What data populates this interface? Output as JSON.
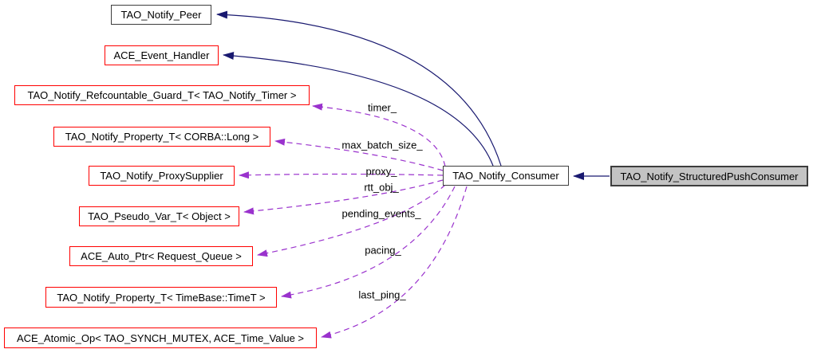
{
  "diagram": {
    "type": "collaboration-graph",
    "colors": {
      "inheritance_edge": "#191970",
      "usage_edge": "#9a32cd",
      "documented_border": "#ff0000",
      "plain_border": "#3d3d3d",
      "current_node_fill": "#c3c3c3",
      "node_fill": "#ffffff"
    },
    "nodes": {
      "peer": {
        "label": "TAO_Notify_Peer"
      },
      "event_handler": {
        "label": "ACE_Event_Handler"
      },
      "refcountable_guard": {
        "label": "TAO_Notify_Refcountable_Guard_T< TAO_Notify_Timer >"
      },
      "property_long": {
        "label": "TAO_Notify_Property_T< CORBA::Long >"
      },
      "proxy_supplier": {
        "label": "TAO_Notify_ProxySupplier"
      },
      "pseudo_var": {
        "label": "TAO_Pseudo_Var_T< Object >"
      },
      "auto_ptr": {
        "label": "ACE_Auto_Ptr< Request_Queue >"
      },
      "property_timet": {
        "label": "TAO_Notify_Property_T< TimeBase::TimeT >"
      },
      "atomic_op": {
        "label": "ACE_Atomic_Op< TAO_SYNCH_MUTEX, ACE_Time_Value >"
      },
      "consumer": {
        "label": "TAO_Notify_Consumer"
      },
      "structured_push_consumer": {
        "label": "TAO_Notify_StructuredPushConsumer"
      }
    },
    "edge_labels": {
      "timer": "timer_",
      "max_batch_size": "max_batch_size_",
      "proxy": "proxy_",
      "rtt_obj": "rtt_obj_",
      "pending_events": "pending_events_",
      "pacing": "pacing_",
      "last_ping": "last_ping_"
    },
    "edges": [
      {
        "from": "consumer",
        "to": "peer",
        "kind": "inheritance",
        "style": "solid"
      },
      {
        "from": "consumer",
        "to": "event_handler",
        "kind": "inheritance",
        "style": "solid"
      },
      {
        "from": "structured_push_consumer",
        "to": "consumer",
        "kind": "inheritance",
        "style": "solid"
      },
      {
        "from": "consumer",
        "to": "refcountable_guard",
        "kind": "usage",
        "style": "dashed",
        "label": "timer_"
      },
      {
        "from": "consumer",
        "to": "property_long",
        "kind": "usage",
        "style": "dashed",
        "label": "max_batch_size_"
      },
      {
        "from": "consumer",
        "to": "proxy_supplier",
        "kind": "usage",
        "style": "dashed",
        "label": "proxy_"
      },
      {
        "from": "consumer",
        "to": "pseudo_var",
        "kind": "usage",
        "style": "dashed",
        "label": "rtt_obj_"
      },
      {
        "from": "consumer",
        "to": "auto_ptr",
        "kind": "usage",
        "style": "dashed",
        "label": "pending_events_"
      },
      {
        "from": "consumer",
        "to": "property_timet",
        "kind": "usage",
        "style": "dashed",
        "label": "pacing_"
      },
      {
        "from": "consumer",
        "to": "atomic_op",
        "kind": "usage",
        "style": "dashed",
        "label": "last_ping_"
      }
    ]
  }
}
